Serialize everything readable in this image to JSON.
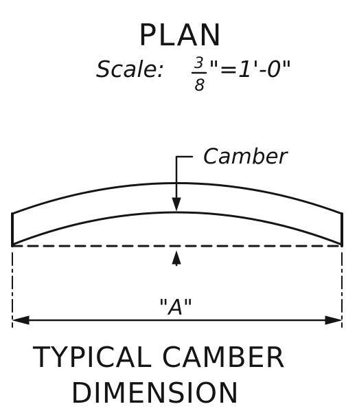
{
  "drawing": {
    "title": "PLAN",
    "scale_label": "Scale:",
    "scale_numerator": "3",
    "scale_denominator": "8",
    "scale_rest": "\"=1'-0\"",
    "camber_label": "Camber",
    "dimension_label": "\"A\"",
    "caption_line1": "TYPICAL CAMBER",
    "caption_line2": "DIMENSION"
  },
  "colors": {
    "ink": "#151515",
    "paper": "#ffffff"
  }
}
